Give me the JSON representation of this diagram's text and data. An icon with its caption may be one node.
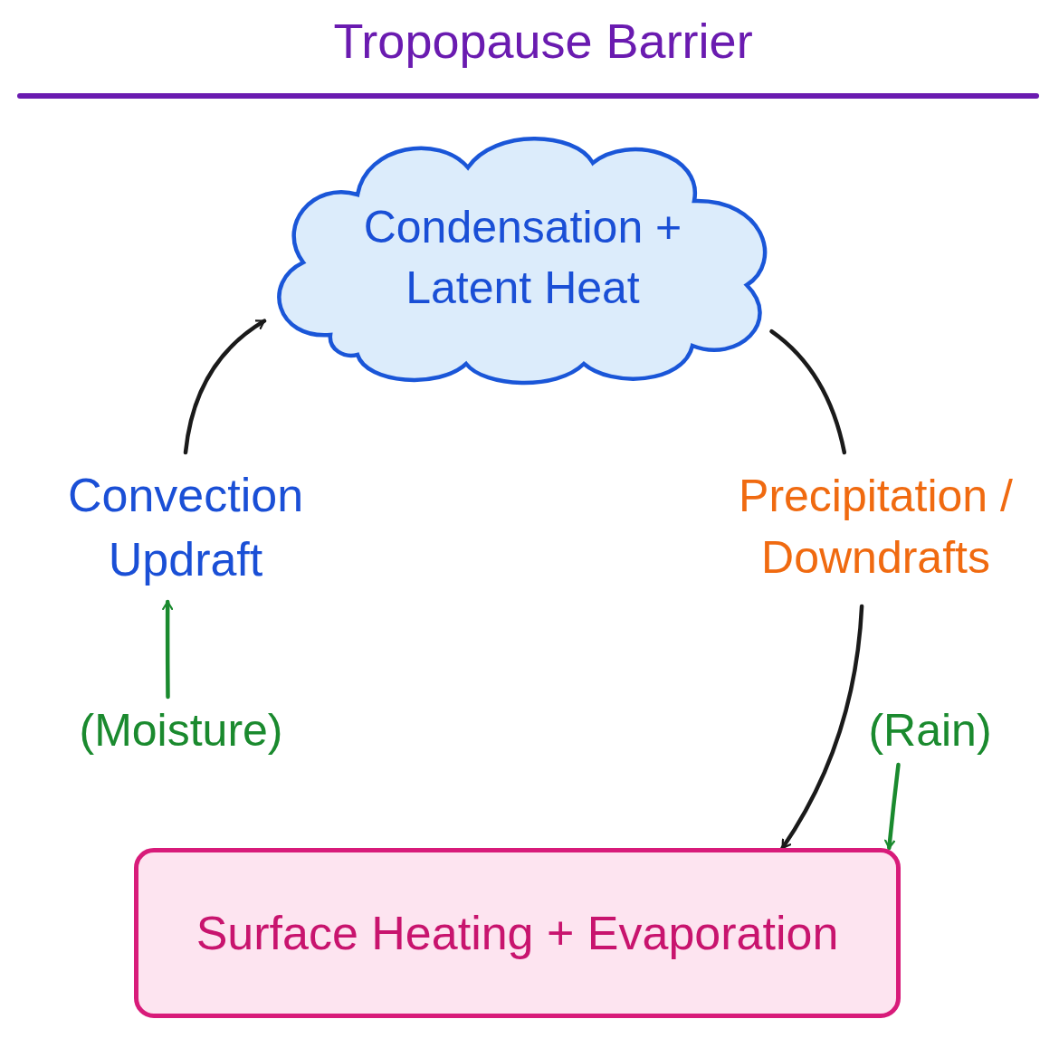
{
  "diagram": {
    "title": "Tropopause Barrier",
    "nodes": [
      {
        "text": [
          "Condensation + Latent Heat"
        ]
      },
      {
        "text": [
          "Convection Updraft"
        ]
      },
      {
        "text": [
          "Precipitation / Downdrafts"
        ]
      },
      {
        "text": [
          "Surface Heating + Evaporation"
        ]
      },
      {
        "text": [
          "(Moisture)"
        ]
      },
      {
        "text": [
          "(Rain)"
        ]
      }
    ],
    "edges": [
      {
        "from": 1,
        "to": 0,
        "arrow": "to"
      },
      {
        "from": 0,
        "to": 2,
        "arrow": "none"
      },
      {
        "from": 2,
        "to": 3,
        "arrow": "to"
      },
      {
        "from": 4,
        "to": 1,
        "arrow": "to",
        "color": "#1a8a2e"
      },
      {
        "from": 5,
        "to": 3,
        "arrow": "to",
        "color": "#1a8a2e"
      }
    ]
  }
}
